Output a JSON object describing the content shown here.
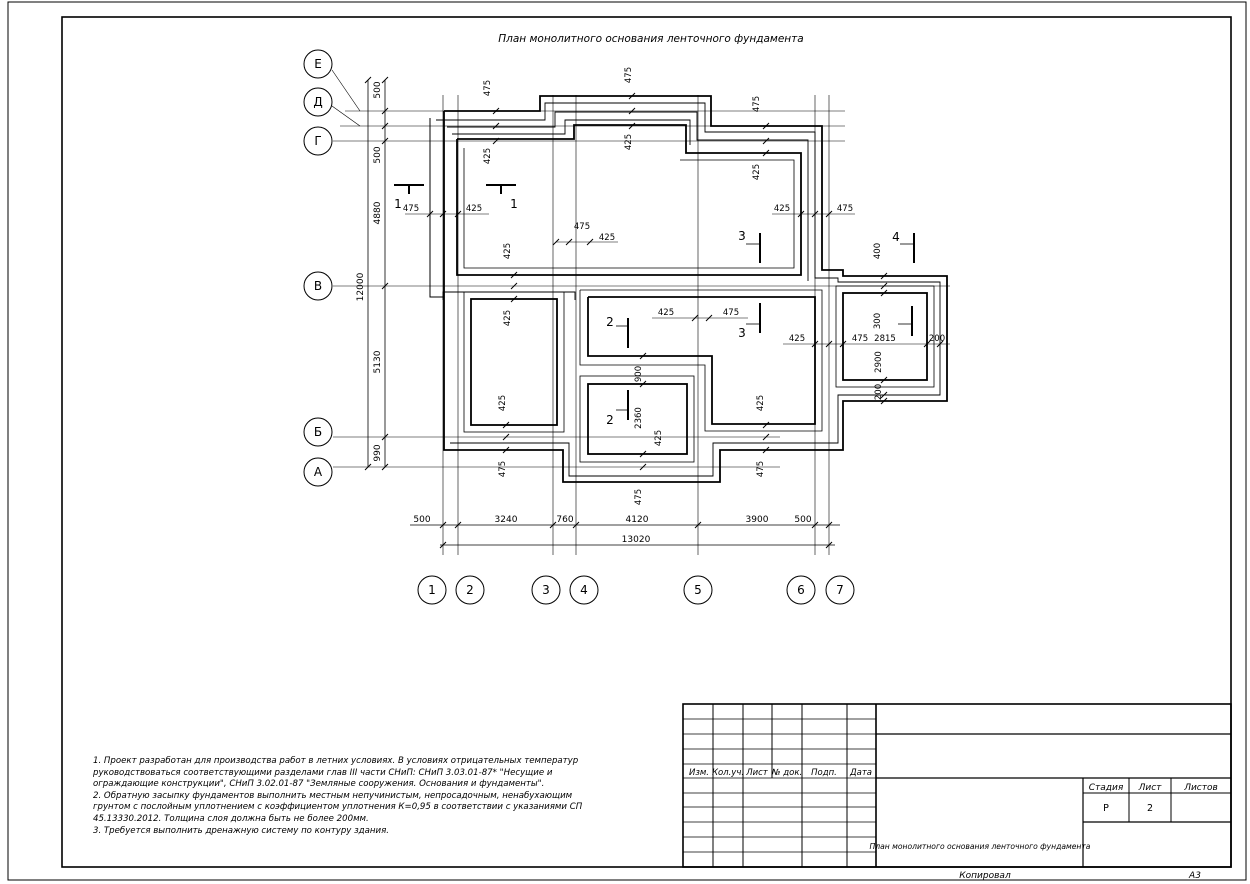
{
  "drawing": {
    "title": "План монолитного основания ленточного фундамента",
    "axes_letters": [
      "Е",
      "Д",
      "Г",
      "В",
      "Б",
      "А"
    ],
    "axes_numbers": [
      "1",
      "2",
      "3",
      "4",
      "5",
      "6",
      "7"
    ],
    "left_dims": [
      "500",
      "500",
      "4880",
      "5130",
      "990"
    ],
    "left_total": "12000",
    "bottom_dims": [
      "500",
      "3240",
      "760",
      "4120",
      "3900",
      "500"
    ],
    "bottom_total": "13020",
    "wall_dims": {
      "d475": "475",
      "d425": "425",
      "d400": "400",
      "d300": "300",
      "d900": "900",
      "d2360": "2360",
      "d2815": "2815",
      "d2900": "2900",
      "d200": "200",
      "d200b": "200"
    },
    "sections": [
      "1",
      "1",
      "2",
      "2",
      "3",
      "3",
      "4"
    ]
  },
  "notes": [
    "1. Проект разработан для производства работ в летних условиях. В условиях отрицательных температур руководствоваться соответствующими разделами глав III части СНиП: СНиП 3.03.01-87* \"Несущие и ограждающие конструкции\", СНиП 3.02.01-87 \"Земляные сооружения. Основания и фундаменты\".",
    "2. Обратную засыпку фундаментов выполнить местным непучинистым, непросадочным, ненабухающим грунтом с послойным уплотнением с коэффициентом уплотнения К=0,95 в соответствии с указаниями  СП 45.13330.2012. Толщина слоя должна быть не более 200мм.",
    "3. Требуется выполнить дренажную систему по контуру здания."
  ],
  "title_block": {
    "headers": [
      "Изм.",
      "Кол.уч.",
      "Лист",
      "№ док.",
      "Подп.",
      "Дата"
    ],
    "stage_label": "Стадия",
    "sheet_label": "Лист",
    "sheets_label": "Листов",
    "stage": "Р",
    "sheet": "2",
    "sheets": "",
    "name": "План монолитного основания ленточного фундамента"
  },
  "footer": {
    "copied": "Копировал",
    "format": "А3"
  }
}
